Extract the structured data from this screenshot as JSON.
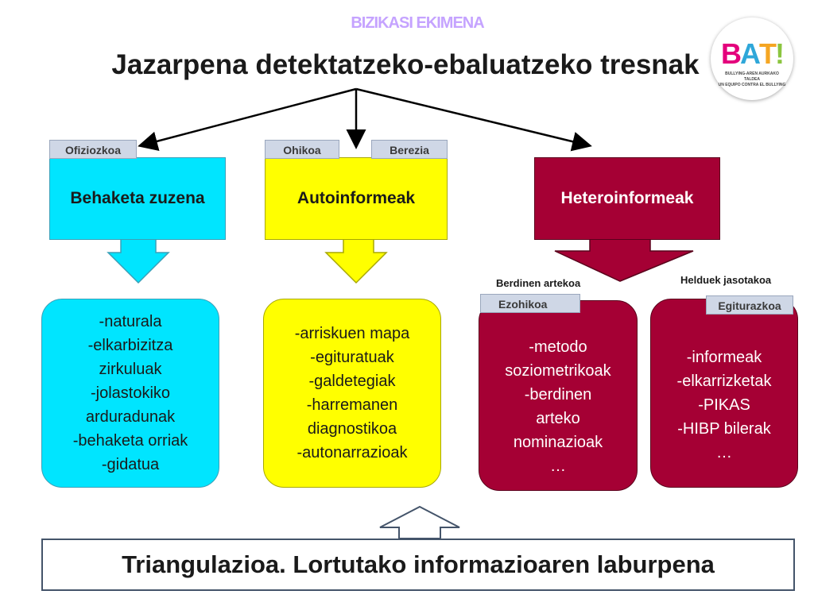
{
  "header": {
    "small_title": "BIZIKASI EKIMENA",
    "title": "Jazarpena detektatzeko-ebaluatzeko tresnak"
  },
  "logo": {
    "text": "BAT!",
    "letters": [
      "B",
      "A",
      "T",
      "!"
    ],
    "letter_colors": [
      "#e4007c",
      "#2fa7d9",
      "#f5a623",
      "#8bc53f"
    ],
    "subline_1": "BULLYING-AREN AURKAKO TALDEA",
    "subline_2": "UN EQUIPO CONTRA EL BULLYING"
  },
  "sources": {
    "behaketa": {
      "tag": "Ofiziozkoa",
      "label": "Behaketa zuzena"
    },
    "autoinformeak": {
      "tag_left": "Ohikoa",
      "tag_right": "Berezia",
      "label": "Autoinformeak"
    },
    "heteroinformeak": {
      "label": "Heteroinformeak"
    }
  },
  "sublabels": {
    "berdinen": "Berdinen artekoa",
    "helduek": "Helduek jasotakoa"
  },
  "detail_boxes": {
    "behaketa": [
      "-naturala",
      "-elkarbizitza",
      "zirkuluak",
      "-jolastokiko",
      "arduradunak",
      "-behaketa orriak",
      "-gidatua"
    ],
    "autoinformeak": [
      "-arriskuen mapa",
      "-egituratuak",
      "-galdetegiak",
      "-harremanen",
      "diagnostikoa",
      "-autonarrazioak"
    ],
    "berdinen": {
      "tag": "Ezohikoa",
      "lines": [
        "-metodo",
        "soziometrikoak",
        "-berdinen",
        "arteko",
        "nominazioak",
        "…"
      ]
    },
    "helduek": {
      "tag": "Egiturazkoa",
      "lines": [
        "-informeak",
        "-elkarrizketak",
        "-PIKAS",
        "-HIBP bilerak",
        "…"
      ]
    }
  },
  "bottom": {
    "text": "Triangulazioa. Lortutako informazioaren laburpena"
  },
  "colors": {
    "cyan": "#00e5ff",
    "yellow": "#ffff00",
    "maroon": "#a50034",
    "header_small": "#c5a3ff",
    "tag_fill": "#cfd7e6"
  }
}
